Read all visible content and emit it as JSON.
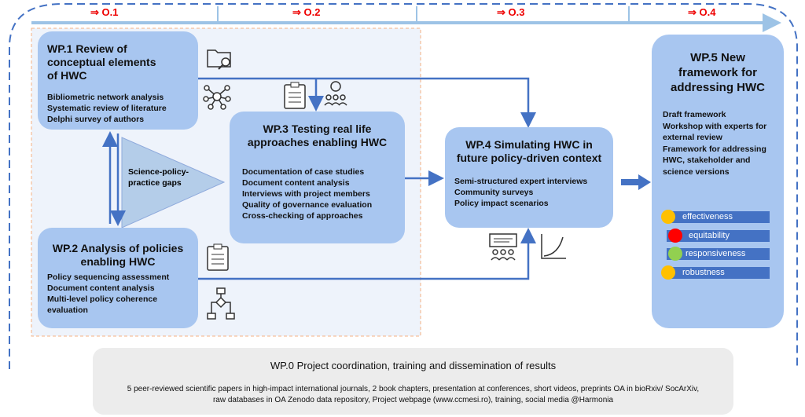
{
  "objectives": [
    "⇒ O.1",
    "⇒ O.2",
    "⇒ O.3",
    "⇒ O.4"
  ],
  "wp1": {
    "title": "WP.1 Review of conceptual elements of HWC",
    "items": [
      "Bibliometric network analysis",
      "Systematic review of literature",
      "Delphi survey of authors"
    ]
  },
  "wp2": {
    "title": "WP.2 Analysis of policies enabling HWC",
    "items": [
      "Policy sequencing assessment",
      "Document content analysis",
      "Multi-level policy coherence evaluation"
    ]
  },
  "wp3": {
    "title": "WP.3 Testing real life approaches enabling HWC",
    "items": [
      "Documentation of case studies",
      "Document content analysis",
      "Interviews with project members",
      "Quality of governance evaluation",
      "Cross-checking of approaches"
    ]
  },
  "wp4": {
    "title": "WP.4 Simulating HWC in future policy-driven context",
    "items": [
      "Semi-structured expert interviews",
      "Community surveys",
      "Policy impact scenarios"
    ]
  },
  "wp5": {
    "title": "WP.5 New framework for addressing HWC",
    "items": [
      "Draft framework",
      "Workshop with experts for external review",
      "Framework for addressing HWC, stakeholder and science versions"
    ],
    "criteria": [
      {
        "label": "effectiveness",
        "color": "#ffc000"
      },
      {
        "label": "equitability",
        "color": "#ff0000"
      },
      {
        "label": "responsiveness",
        "color": "#92d050"
      },
      {
        "label": "robustness",
        "color": "#ffc000"
      }
    ]
  },
  "gaps": "Science-policy-practice gaps",
  "wp0": {
    "title": "WP.0 Project coordination, training and dissemination of results",
    "text": "5 peer-reviewed scientific papers in high-impact international journals, 2 book chapters, presentation at conferences, short videos, preprints OA in bioRxiv/ SocArXiv, raw databases in OA Zenodo data repository, Project webpage (www.ccmesi.ro), training, social media @Harmonia"
  }
}
